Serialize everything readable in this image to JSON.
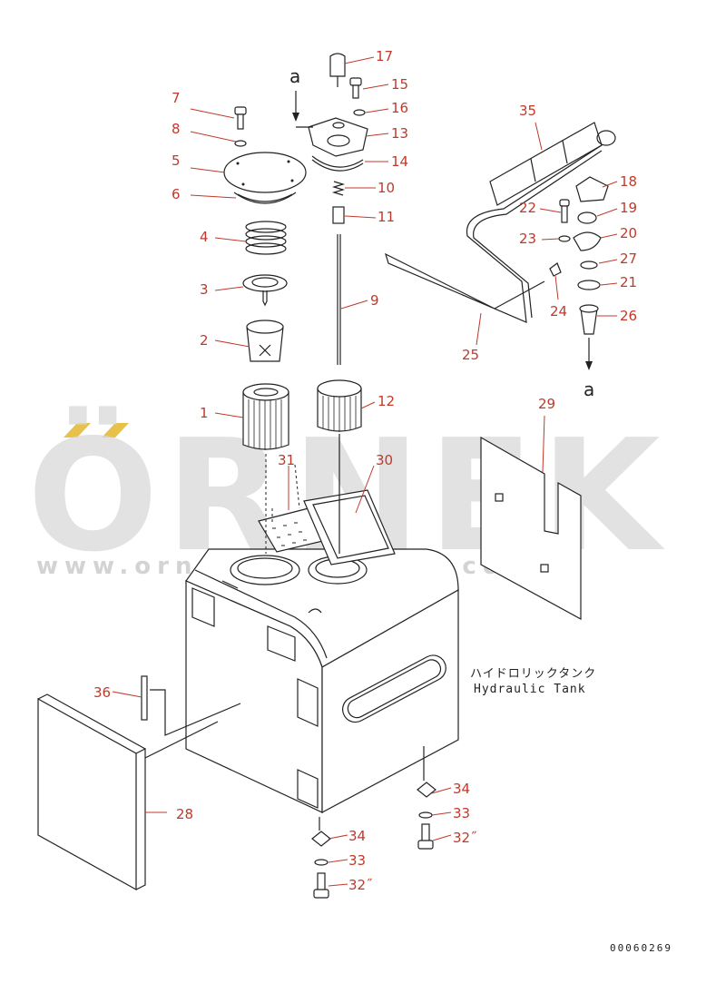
{
  "watermark": {
    "brand": "ÖRNEK",
    "url": "www.ornekmakinalari.com.tr"
  },
  "title_jp": "ハイドロリックタンク",
  "title_en": "Hydraulic Tank",
  "drawing_code": "00060269",
  "arrow_label": "a",
  "callouts": [
    "1",
    "2",
    "3",
    "4",
    "5",
    "6",
    "7",
    "8",
    "9",
    "10",
    "11",
    "12",
    "13",
    "14",
    "15",
    "16",
    "17",
    "18",
    "19",
    "20",
    "21",
    "22",
    "23",
    "24",
    "25",
    "26",
    "27",
    "28",
    "29",
    "30",
    "31",
    "32",
    "33",
    "34",
    "35",
    "36"
  ],
  "callout_alt": {
    "32": "32˝"
  },
  "colors": {
    "callout": "#c0392b",
    "line": "#222222",
    "watermark": "#d9d9d9",
    "accent": "#e8c14a"
  }
}
